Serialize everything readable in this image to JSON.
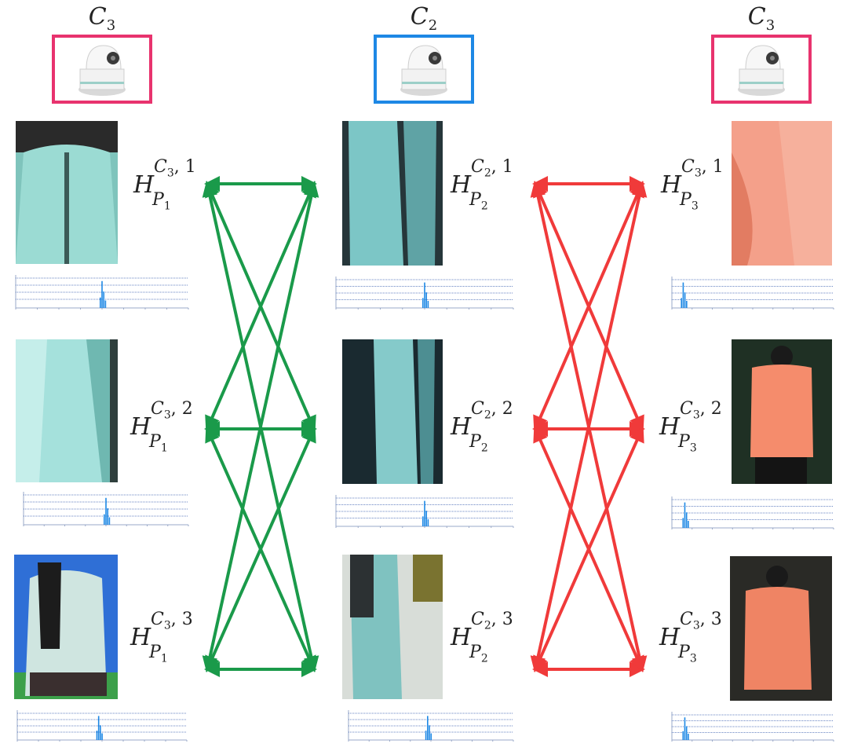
{
  "cameras": [
    {
      "name": "C",
      "sub": "3",
      "color": "#e8336e"
    },
    {
      "name": "C",
      "sub": "2",
      "color": "#1e88e5"
    },
    {
      "name": "C",
      "sub": "3",
      "color": "#e8336e"
    }
  ],
  "labels": [
    [
      {
        "H": "H",
        "cam": "C",
        "cam_sub": "3",
        "idx": ", 1",
        "p": "P",
        "p_sub": "1"
      },
      {
        "H": "H",
        "cam": "C",
        "cam_sub": "3",
        "idx": ", 2",
        "p": "P",
        "p_sub": "1"
      },
      {
        "H": "H",
        "cam": "C",
        "cam_sub": "3",
        "idx": ", 3",
        "p": "P",
        "p_sub": "1"
      }
    ],
    [
      {
        "H": "H",
        "cam": "C",
        "cam_sub": "2",
        "idx": ", 1",
        "p": "P",
        "p_sub": "2"
      },
      {
        "H": "H",
        "cam": "C",
        "cam_sub": "2",
        "idx": ", 2",
        "p": "P",
        "p_sub": "2"
      },
      {
        "H": "H",
        "cam": "C",
        "cam_sub": "2",
        "idx": ", 3",
        "p": "P",
        "p_sub": "2"
      }
    ],
    [
      {
        "H": "H",
        "cam": "C",
        "cam_sub": "3",
        "idx": ", 1",
        "p": "P",
        "p_sub": "3"
      },
      {
        "H": "H",
        "cam": "C",
        "cam_sub": "3",
        "idx": ", 2",
        "p": "P",
        "p_sub": "3"
      },
      {
        "H": "H",
        "cam": "C",
        "cam_sub": "3",
        "idx": ", 3",
        "p": "P",
        "p_sub": "3"
      }
    ]
  ],
  "photo_colors": [
    [
      "#8fd3cc",
      "#a9e4e0",
      "#cfe8e4"
    ],
    [
      "#7fc9c9",
      "#8ed0d0",
      "#8dcccc"
    ],
    [
      "#f39a82",
      "#f48c6e",
      "#ef8464"
    ]
  ],
  "arrow_colors": {
    "left": "#1a9a4a",
    "right": "#f03a3a"
  },
  "histogram_color": "#1e88e5"
}
